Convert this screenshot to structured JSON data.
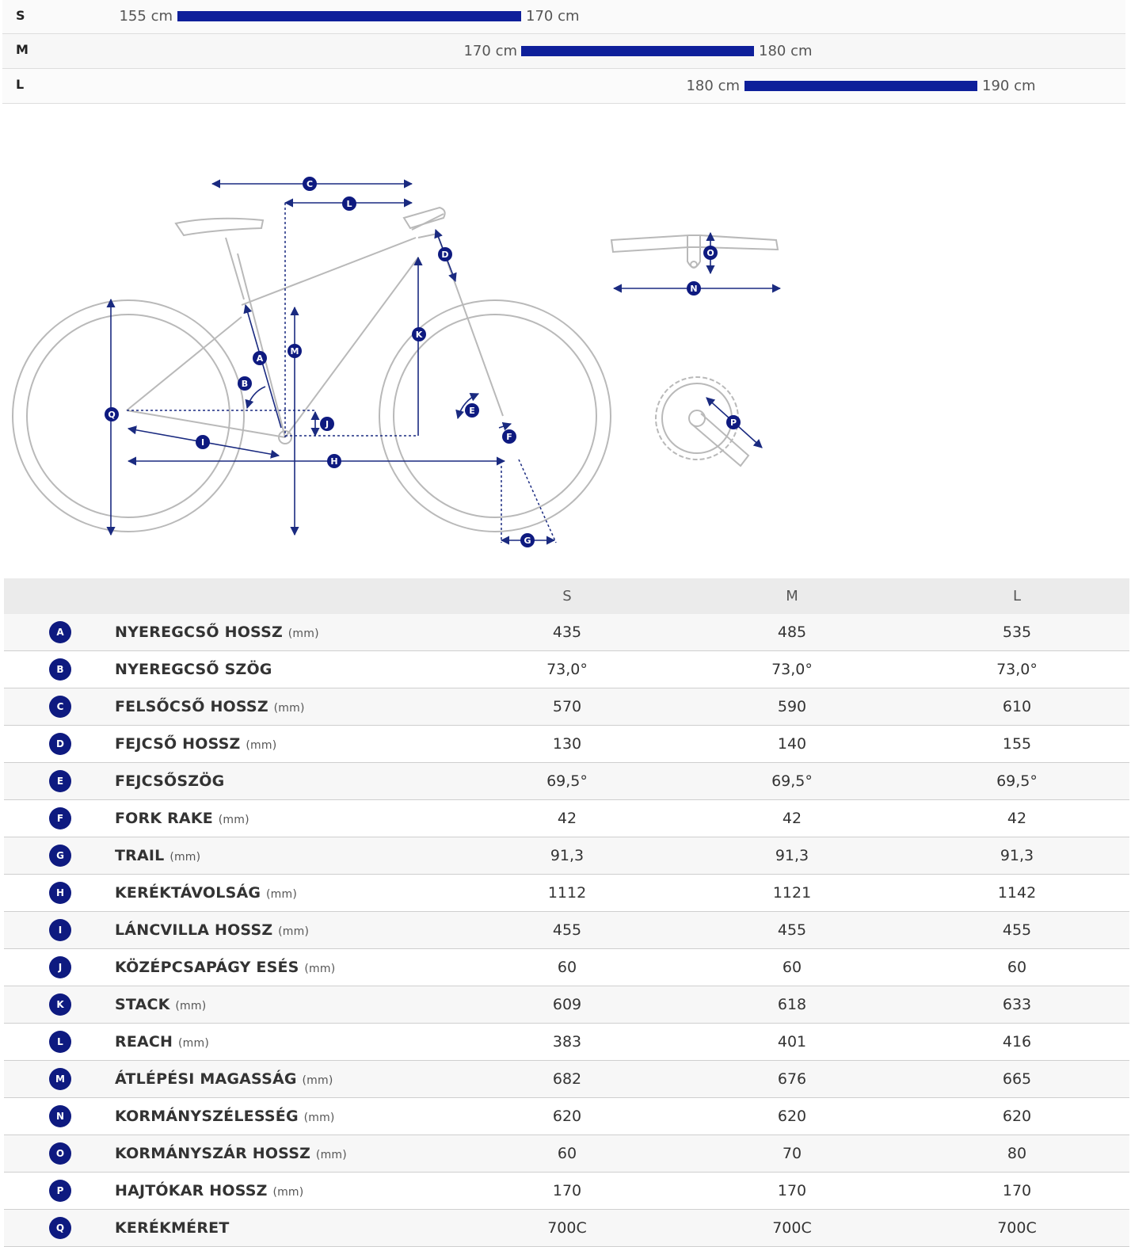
{
  "size_ranges": [
    {
      "size": "S",
      "min": "155 cm",
      "max": "170 cm"
    },
    {
      "size": "M",
      "min": "170 cm",
      "max": "180 cm"
    },
    {
      "size": "L",
      "min": "180 cm",
      "max": "190 cm"
    }
  ],
  "table": {
    "columns": [
      "S",
      "M",
      "L"
    ],
    "rows": [
      {
        "letter": "A",
        "name": "NYEREGCSŐ HOSSZ",
        "unit": "(mm)",
        "values": [
          "435",
          "485",
          "535"
        ]
      },
      {
        "letter": "B",
        "name": "NYEREGCSŐ SZÖG",
        "unit": "",
        "values": [
          "73,0°",
          "73,0°",
          "73,0°"
        ]
      },
      {
        "letter": "C",
        "name": "FELSŐCSŐ HOSSZ",
        "unit": "(mm)",
        "values": [
          "570",
          "590",
          "610"
        ]
      },
      {
        "letter": "D",
        "name": "FEJCSŐ HOSSZ",
        "unit": "(mm)",
        "values": [
          "130",
          "140",
          "155"
        ]
      },
      {
        "letter": "E",
        "name": "FEJCSŐSZÖG",
        "unit": "",
        "values": [
          "69,5°",
          "69,5°",
          "69,5°"
        ]
      },
      {
        "letter": "F",
        "name": "FORK RAKE",
        "unit": "(mm)",
        "values": [
          "42",
          "42",
          "42"
        ]
      },
      {
        "letter": "G",
        "name": "TRAIL",
        "unit": "(mm)",
        "values": [
          "91,3",
          "91,3",
          "91,3"
        ]
      },
      {
        "letter": "H",
        "name": "KERÉKTÁVOLSÁG",
        "unit": "(mm)",
        "values": [
          "1112",
          "1121",
          "1142"
        ]
      },
      {
        "letter": "I",
        "name": "LÁNCVILLA HOSSZ",
        "unit": "(mm)",
        "values": [
          "455",
          "455",
          "455"
        ]
      },
      {
        "letter": "J",
        "name": "KÖZÉPCSAPÁGY ESÉS",
        "unit": "(mm)",
        "values": [
          "60",
          "60",
          "60"
        ]
      },
      {
        "letter": "K",
        "name": "STACK",
        "unit": "(mm)",
        "values": [
          "609",
          "618",
          "633"
        ]
      },
      {
        "letter": "L",
        "name": "REACH",
        "unit": "(mm)",
        "values": [
          "383",
          "401",
          "416"
        ]
      },
      {
        "letter": "M",
        "name": "ÁTLÉPÉSI MAGASSÁG",
        "unit": "(mm)",
        "values": [
          "682",
          "676",
          "665"
        ]
      },
      {
        "letter": "N",
        "name": "KORMÁNYSZÉLESSÉG",
        "unit": "(mm)",
        "values": [
          "620",
          "620",
          "620"
        ]
      },
      {
        "letter": "O",
        "name": "KORMÁNYSZÁR HOSSZ",
        "unit": "(mm)",
        "values": [
          "60",
          "70",
          "80"
        ]
      },
      {
        "letter": "P",
        "name": "HAJTÓKAR HOSSZ",
        "unit": "(mm)",
        "values": [
          "170",
          "170",
          "170"
        ]
      },
      {
        "letter": "Q",
        "name": "KERÉKMÉRET",
        "unit": "",
        "values": [
          "700C",
          "700C",
          "700C"
        ]
      }
    ]
  },
  "diagram_labels": [
    "A",
    "B",
    "C",
    "D",
    "E",
    "F",
    "G",
    "H",
    "I",
    "J",
    "K",
    "L",
    "M",
    "N",
    "O",
    "P",
    "Q"
  ],
  "colors": {
    "accent": "#0e1a80",
    "bar": "#0e1f9a",
    "frame": "#b9b9b9"
  }
}
